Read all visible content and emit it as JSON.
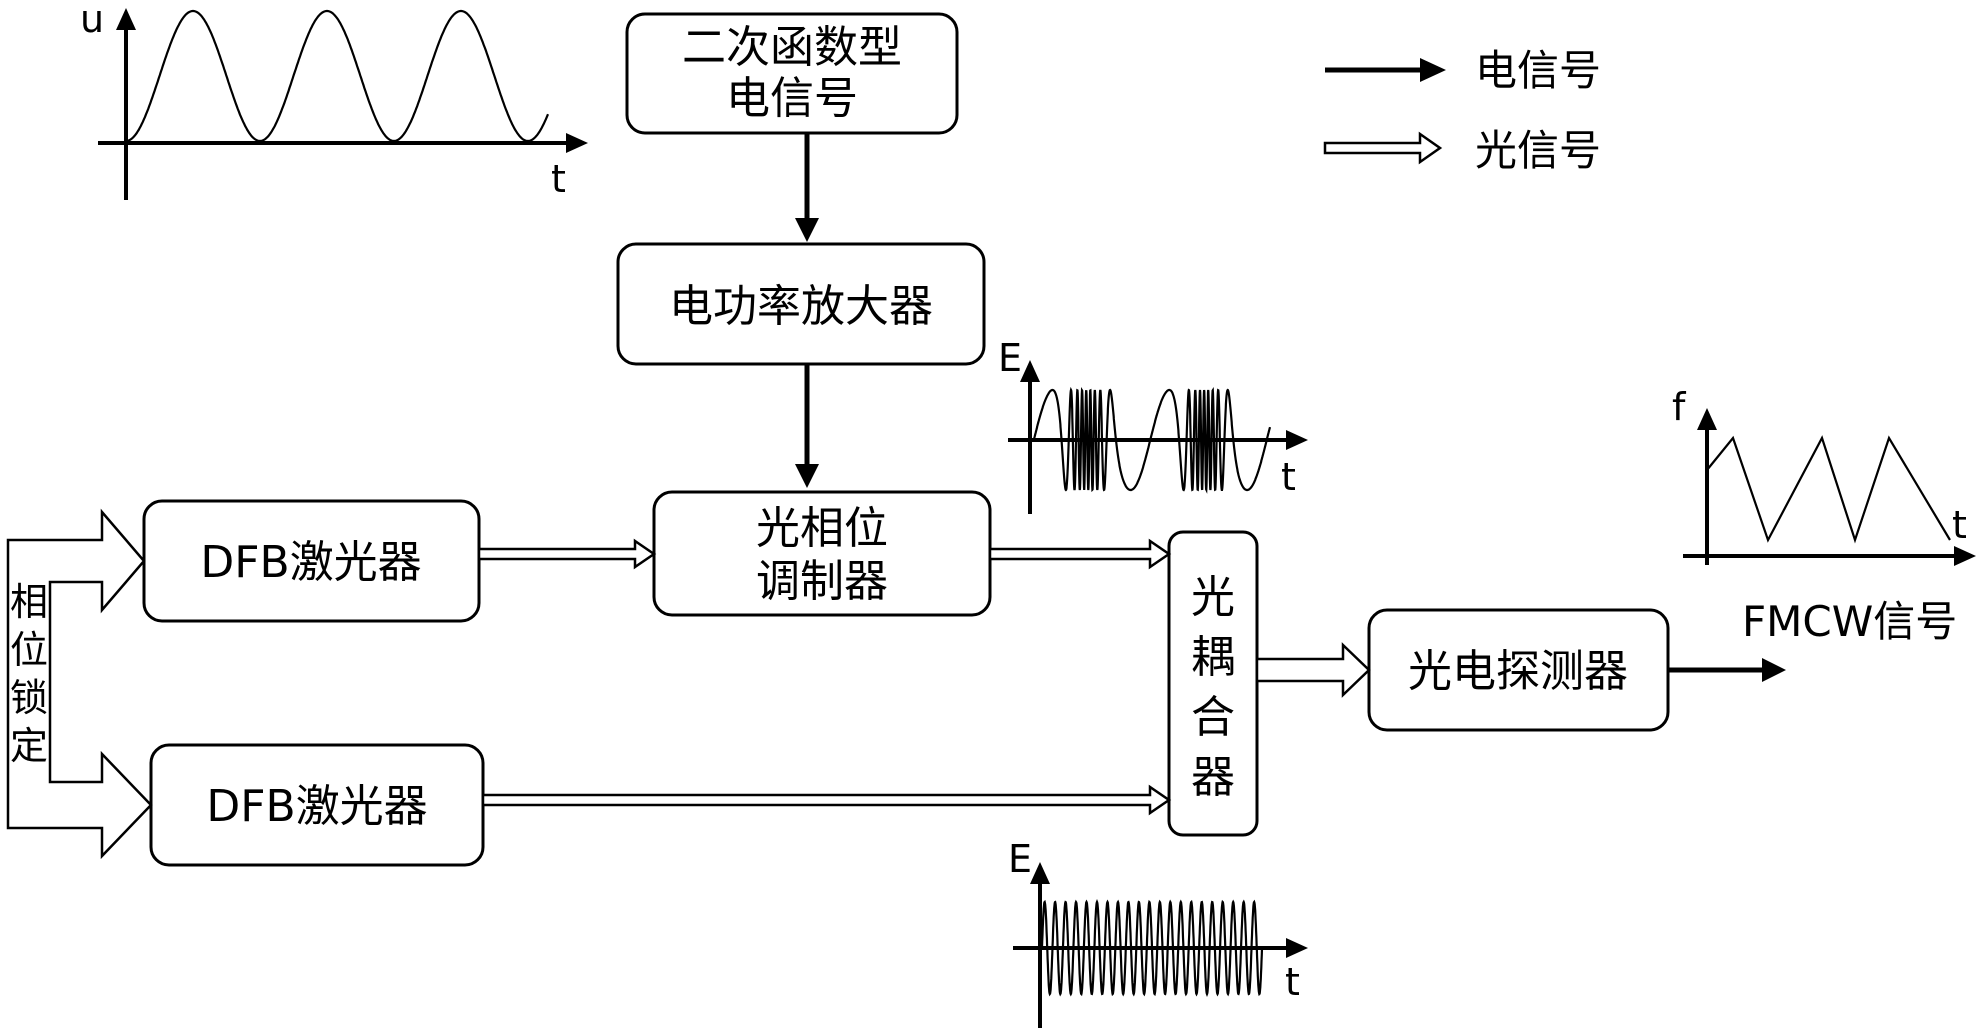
{
  "blocks": {
    "signal_source": [
      "二次函数型",
      "电信号"
    ],
    "amplifier": "电功率放大器",
    "laser_1": "DFB激光器",
    "laser_2": "DFB激光器",
    "phase_modulator": [
      "光相位",
      "调制器"
    ],
    "coupler": [
      "光",
      "耦",
      "合",
      "器"
    ],
    "photodetector": "光电探测器"
  },
  "labels": {
    "phase_lock": [
      "相",
      "位",
      "锁",
      "定"
    ],
    "output": "FMCW信号"
  },
  "legend": {
    "electrical": "电信号",
    "optical": "光信号"
  },
  "insets": {
    "drive_signal": {
      "y_axis": "u",
      "x_axis": "t"
    },
    "modulated_field": {
      "y_axis": "E",
      "x_axis": "t"
    },
    "reference_field": {
      "y_axis": "E",
      "x_axis": "t"
    },
    "frequency": {
      "y_axis": "f",
      "x_axis": "t"
    }
  },
  "colors": {
    "stroke": "#000000",
    "background": "#ffffff"
  }
}
